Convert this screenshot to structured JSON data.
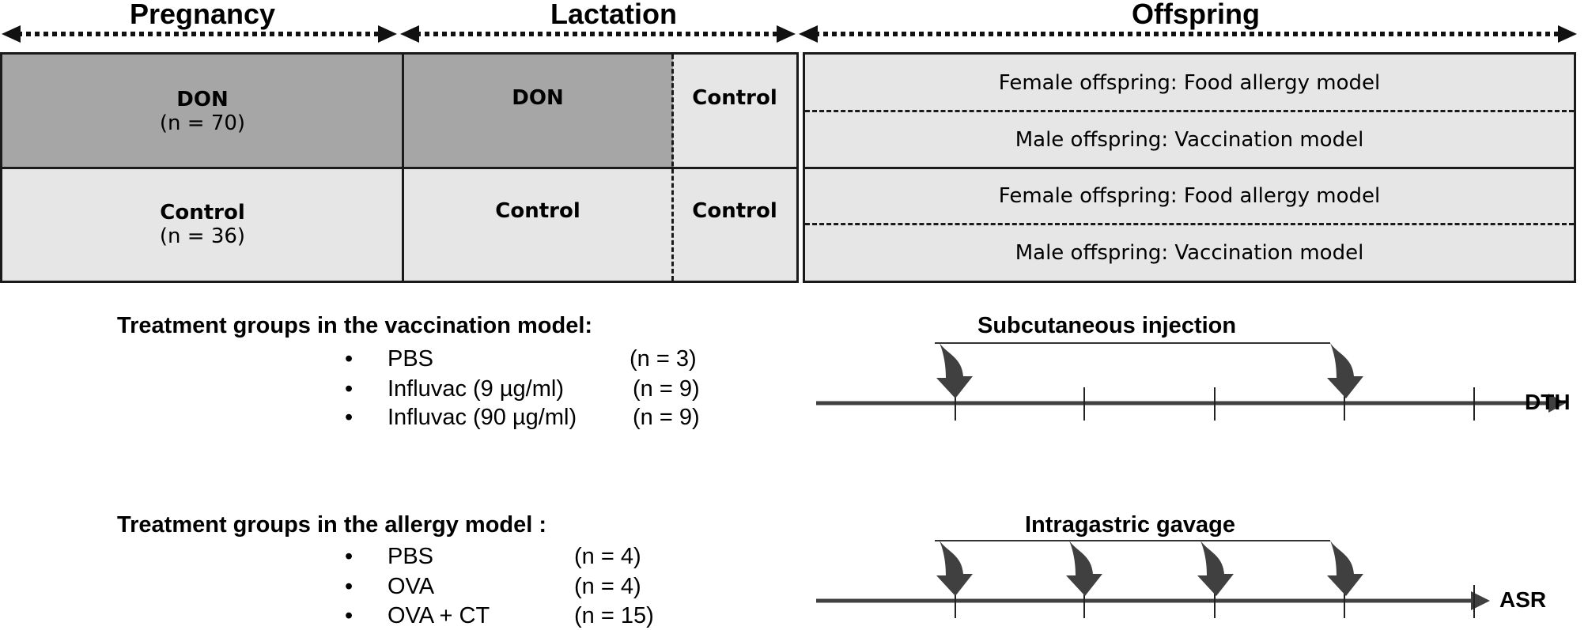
{
  "phases": {
    "pregnancy": "Pregnancy",
    "lactation": "Lactation",
    "offspring": "Offspring"
  },
  "table": {
    "row1": {
      "pregnancy_label": "DON",
      "pregnancy_n": "(n = 70)",
      "lactation_a": "DON",
      "lactation_b": "Control",
      "offspring_female": "Female offspring: Food allergy model",
      "offspring_male": "Male offspring: Vaccination model"
    },
    "row2": {
      "pregnancy_label": "Control",
      "pregnancy_n": "(n = 36)",
      "lactation_a": "Control",
      "lactation_b": "Control",
      "offspring_female": "Female offspring: Food allergy model",
      "offspring_male": "Male offspring: Vaccination model"
    }
  },
  "vaccination": {
    "title": "Treatment groups in the vaccination model:",
    "groups": [
      {
        "bullet": "•",
        "name": "PBS",
        "n": "(n = 3)"
      },
      {
        "bullet": "•",
        "name": "Influvac  (9 µg/ml)",
        "n": "(n = 9)"
      },
      {
        "bullet": "•",
        "name": "Influvac  (90 µg/ml)",
        "n": "(n = 9)"
      }
    ],
    "timeline_label": "Subcutaneous  injection",
    "endpoint": "DTH"
  },
  "allergy": {
    "title": "Treatment groups in the allergy model :",
    "groups": [
      {
        "bullet": "•",
        "name": "PBS",
        "n": "(n = 4)"
      },
      {
        "bullet": "•",
        "name": "OVA",
        "n": "(n = 4)"
      },
      {
        "bullet": "•",
        "name": "OVA + CT",
        "n": "(n = 15)"
      }
    ],
    "timeline_label": "Intragastric  gavage",
    "endpoint": "ASR"
  },
  "colors": {
    "dark_fill": "#a6a6a6",
    "light_fill": "#e6e6e6",
    "line": "#1a1a1a",
    "timeline": "#404040"
  }
}
